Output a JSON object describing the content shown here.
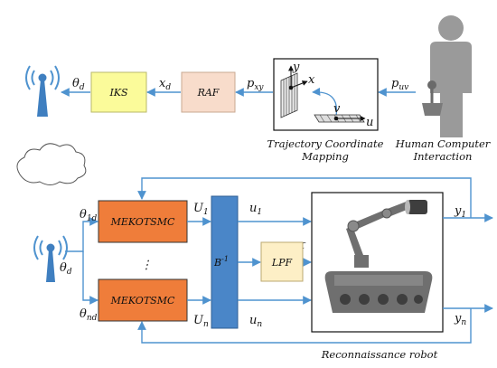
{
  "blocks": {
    "iks": "IKS",
    "raf": "RAF",
    "mekotsmc_top": "MEKOTSMC",
    "mekotsmc_bottom": "MEKOTSMC",
    "binv": "B",
    "binv_sup": "-1",
    "lpf": "LPF"
  },
  "signals": {
    "theta_d_top": "θ",
    "theta_d_top_sub": "d",
    "x_d": "x",
    "x_d_sub": "d",
    "p_xy": "p",
    "p_xy_sub": "xy",
    "p_uv": "p",
    "p_uv_sub": "uv",
    "theta_1d": "θ",
    "theta_1d_sub": "1d",
    "theta_nd": "θ",
    "theta_nd_sub": "nd",
    "theta_d": "θ",
    "theta_d_sub": "d",
    "U_1": "U",
    "U_1_sub": "1",
    "U_n": "U",
    "U_n_sub": "n",
    "u_1": "u",
    "u_1_sub": "1",
    "u_n": "u",
    "u_n_sub": "n",
    "tau": "τ",
    "y_1": "y",
    "y_1_sub": "1",
    "y_n": "y",
    "y_n_sub": "n",
    "vdots": "⋮"
  },
  "mapping_axes": {
    "x": "x",
    "y": "y",
    "u": "u",
    "v": "v"
  },
  "captions": {
    "trajectory_line1": "Trajectory Coordinate",
    "trajectory_line2": "Mapping",
    "hci_line1": "Human Computer",
    "hci_line2": "Interaction",
    "robot": "Reconnaissance robot"
  },
  "colors": {
    "wire": "#4f93cf",
    "iks_fill": "#fbfb9a",
    "raf_fill": "#f8dccb",
    "mekotsmc_fill": "#ef7d3a",
    "binv_fill": "#4a86c8",
    "lpf_fill": "#fdefc6",
    "robot_body": "#6f6f6f",
    "person": "#9a9a9a"
  }
}
